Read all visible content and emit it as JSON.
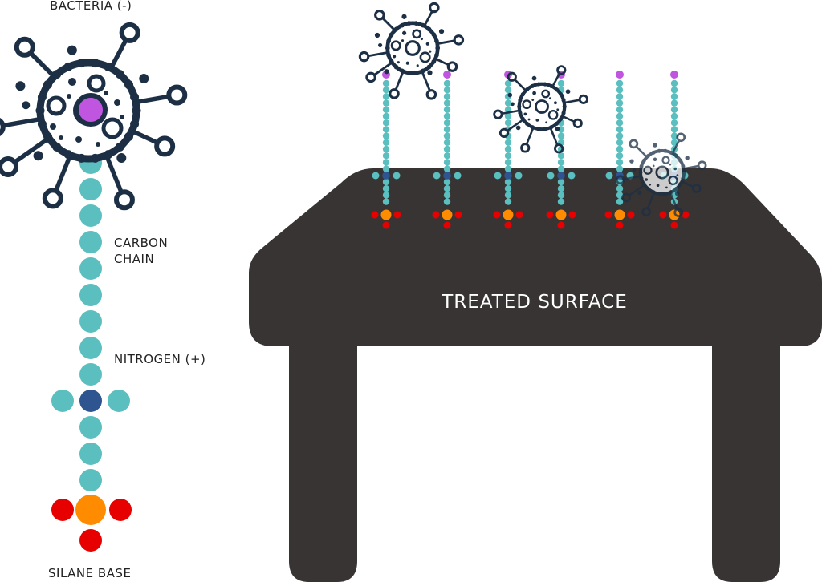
{
  "labels": {
    "bacteria": "BACTERIA (-)",
    "carbon_chain_line1": "CARBON",
    "carbon_chain_line2": "CHAIN",
    "nitrogen": "NITROGEN (+)",
    "silane_base": "SILANE BASE",
    "surface": "TREATED SURFACE"
  },
  "colors": {
    "carbon": "#5bbfbf",
    "nitrogen": "#2e5590",
    "silane": "#ff8c00",
    "oxygen": "#e60000",
    "head": "#c056e0",
    "bacteria": "#1c2f45",
    "table": "#383434",
    "surface_text": "#ffffff"
  }
}
